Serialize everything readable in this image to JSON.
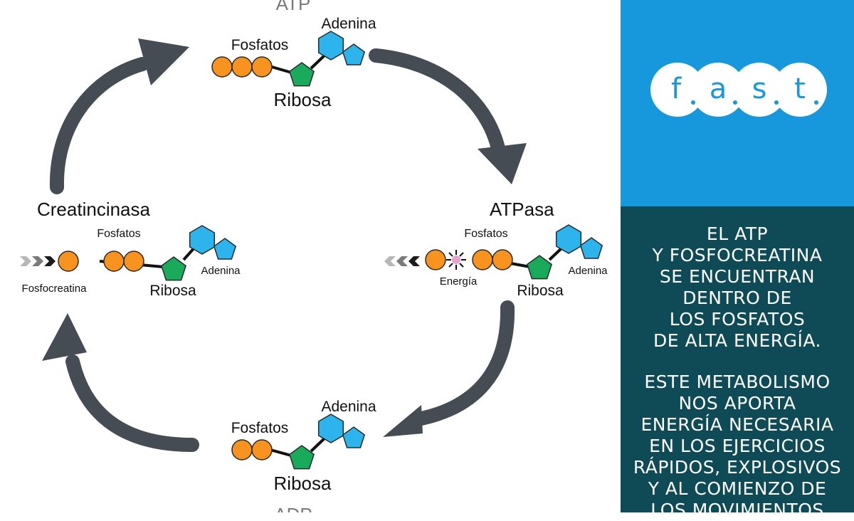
{
  "diagram": {
    "top_label": "ATP",
    "bottom_label": "ADP",
    "left_enzyme": "Creatincinasa",
    "right_enzyme": "ATPasa",
    "top_molecule": {
      "phosphates_label": "Fosfatos",
      "adenine_label": "Adenina",
      "ribose_label": "Ribosa"
    },
    "left_molecule": {
      "phosphates_label": "Fosfatos",
      "adenine_label": "Adenina",
      "ribose_label": "Ribosa",
      "creatine_label": "Fosfocreatina"
    },
    "right_molecule": {
      "phosphates_label": "Fosfatos",
      "adenine_label": "Adenina",
      "ribose_label": "Ribosa",
      "energy_label": "Energía"
    },
    "bottom_molecule": {
      "phosphates_label": "Fosfatos",
      "adenine_label": "Adenina",
      "ribose_label": "Ribosa"
    },
    "colors": {
      "phosphate": "#f7931e",
      "ribose": "#1aaa5c",
      "adenine": "#2eb4ec",
      "arrow": "#454c54",
      "energy": "#e8a3c8"
    }
  },
  "brand": {
    "logo_letters": [
      "f",
      "a",
      "s",
      "t"
    ],
    "background": "#1898dc"
  },
  "info": {
    "background": "#0e4b57",
    "paragraph1": [
      "EL ATP",
      "Y FOSFOCREATINA",
      "SE ENCUENTRAN",
      "DENTRO DE",
      "LOS FOSFATOS",
      "DE ALTA ENERGÍA."
    ],
    "paragraph2": [
      "ESTE METABOLISMO",
      "NOS APORTA",
      "ENERGÍA NECESARIA",
      "EN LOS EJERCICIOS",
      "RÁPIDOS, EXPLOSIVOS",
      "Y AL COMIENZO DE",
      "LOS MOVIMIENTOS"
    ]
  }
}
